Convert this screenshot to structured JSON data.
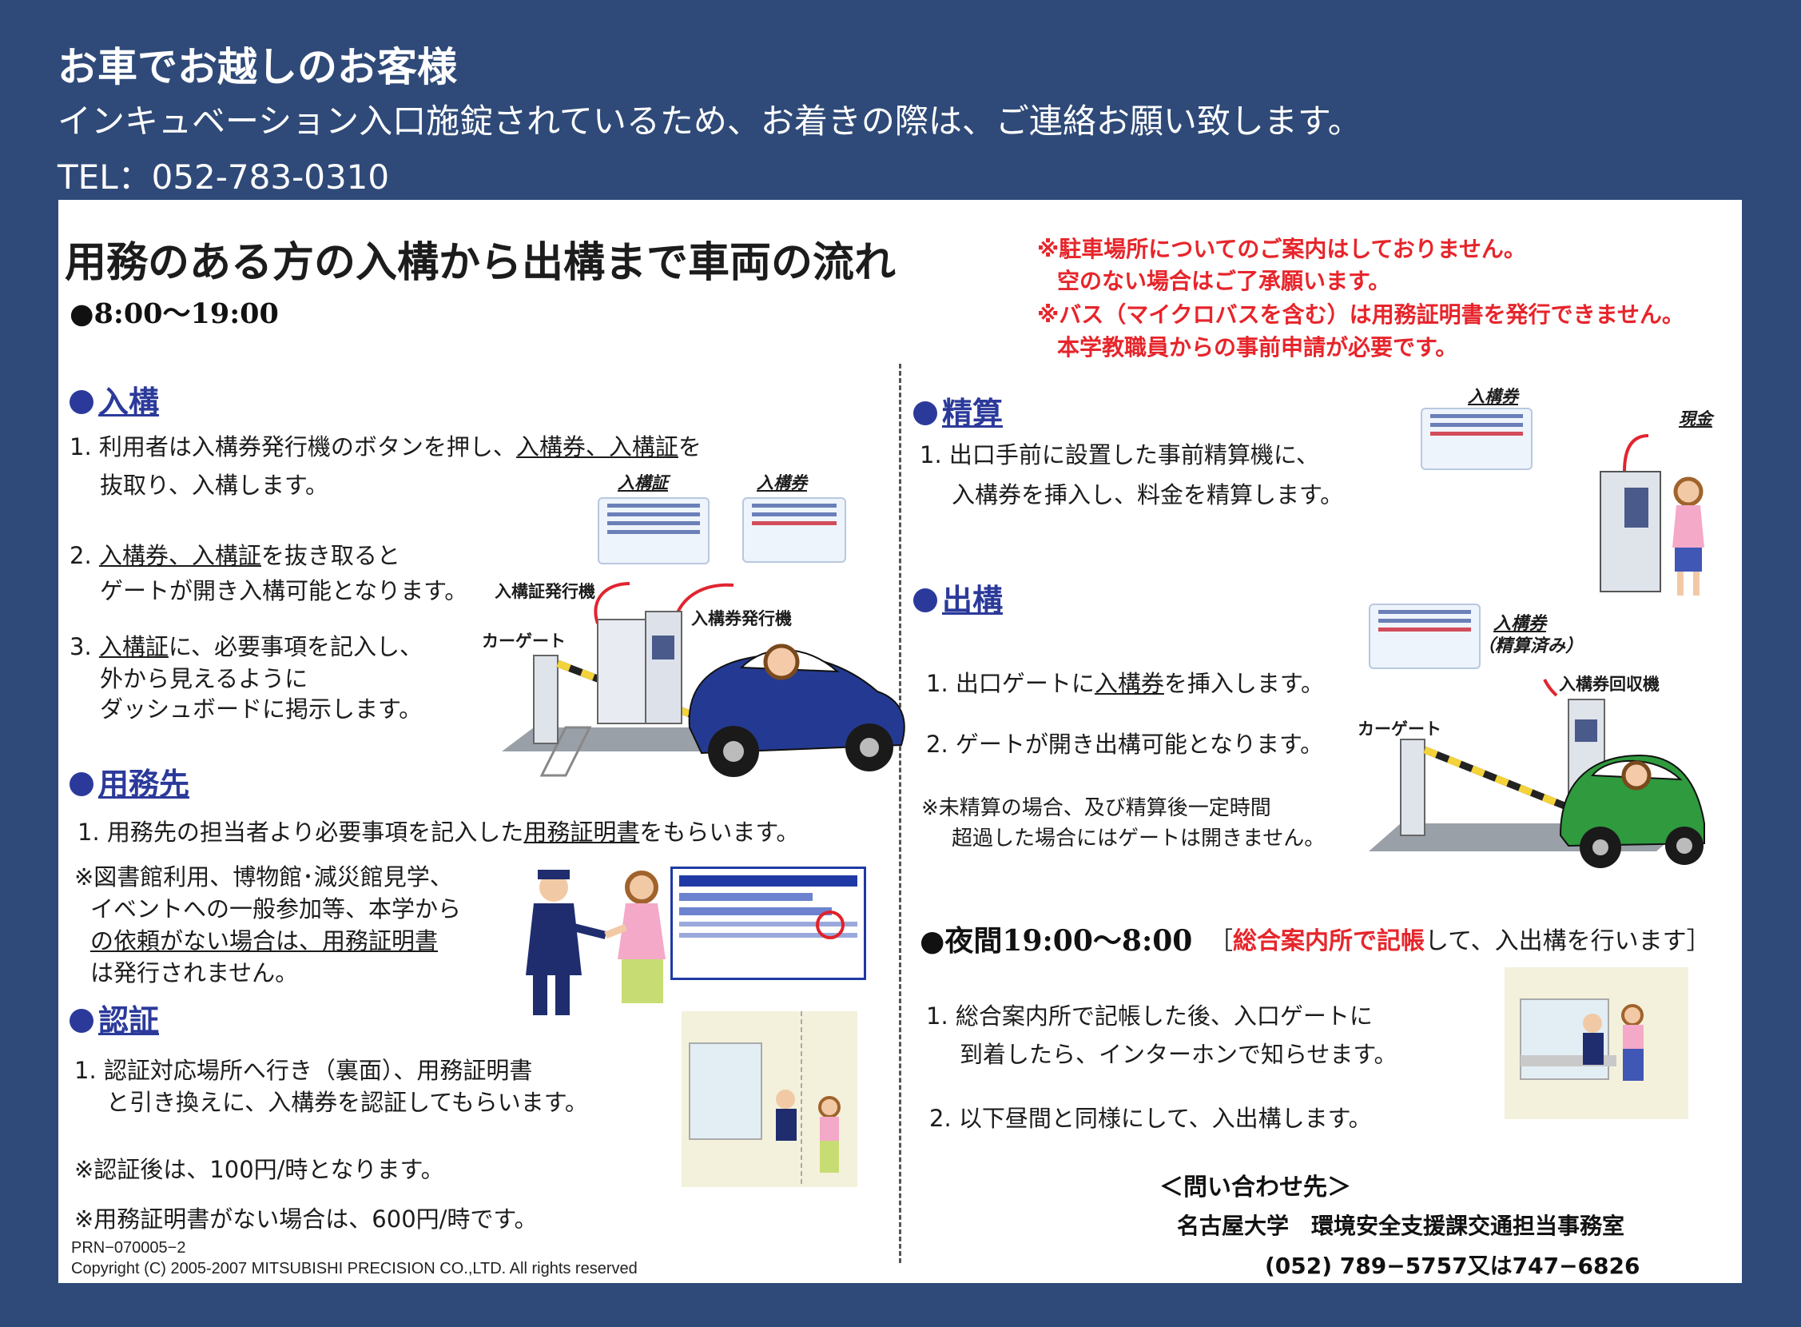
{
  "header": {
    "title": "お車でお越しのお客様",
    "notice": "インキュベーション入口施錠されているため、お着きの際は、ご連絡お願い致します。",
    "tel": "TEL：052-783-0310"
  },
  "flyer": {
    "title": "用務のある方の入構から出構まで車両の流れ",
    "hours_day": "●8:00〜19:00",
    "notices": [
      "※駐車場所についてのご案内はしておりません。",
      "空のない場合はご了承願います。",
      "※バス（マイクロバスを含む）は用務証明書を発行できません。",
      "本学教職員からの事前申請が必要です。"
    ],
    "entry": {
      "heading": "入構",
      "s1_num": "1.",
      "s1_a": "利用者は入構券発行機のボタンを押し、",
      "s1_b": "入構券、入構証",
      "s1_c": "を",
      "s1_d": "抜取り、入構します。",
      "s2_num": "2.",
      "s2_a": "入構券、入構証",
      "s2_b": "を抜き取ると",
      "s2_c": "ゲートが開き入構可能となります。",
      "s3_num": "3.",
      "s3_a": "入構証",
      "s3_b": "に、必要事項を記入し、",
      "s3_c": "外から見えるように",
      "s3_d": "ダッシュボードに掲示します。",
      "label_permit": "入構証",
      "label_ticket": "入構券",
      "label_permit_machine": "入構証発行機",
      "label_ticket_machine": "入構券発行機",
      "label_gate": "カーゲート"
    },
    "business": {
      "heading": "用務先",
      "s1_num": "1.",
      "s1_a": "用務先の担当者より必要事項を記入した",
      "s1_b": "用務証明書",
      "s1_c": "をもらいます。",
      "note_1": "※図書館利用、博物館･減災館見学、",
      "note_2": "イベントへの一般参加等、本学から",
      "note_3": "の依頼がない場合は、用務証明書",
      "note_4": "は発行されません。"
    },
    "certify": {
      "heading": "認証",
      "s1_num": "1.",
      "s1_a": "認証対応場所へ行き（裏面）、用務証明書",
      "s1_b": "と引き換えに、入構券を認証してもらいます。",
      "note_rate": "※認証後は、100円/時となります。",
      "note_no_cert": "※用務証明書がない場合は、600円/時です。"
    },
    "settle": {
      "heading": "精算",
      "s1_num": "1.",
      "s1_a": "出口手前に設置した事前精算機に、",
      "s1_b": "入構券を挿入し、料金を精算します。",
      "label_ticket": "入構券",
      "label_cash": "現金"
    },
    "exit": {
      "heading": "出構",
      "s1_num": "1.",
      "s1_a": "出口ゲートに",
      "s1_b": "入構券",
      "s1_c": "を挿入します。",
      "s2_num": "2.",
      "s2_a": "ゲートが開き出構可能となります。",
      "note_1": "※未精算の場合、及び精算後一定時間",
      "note_2": "超過した場合にはゲートは開きません。",
      "label_ticket": "入構券",
      "label_settled": "（精算済み）",
      "label_collector": "入構券回収機",
      "label_gate": "カーゲート"
    },
    "night": {
      "heading": "●夜間19:00〜8:00",
      "bracket_open": "［",
      "highlight": "総合案内所で記帳",
      "rest": "して、入出構を行います］",
      "s1_num": "1.",
      "s1_a": "総合案内所で記帳した後、入口ゲートに",
      "s1_b": "到着したら、インターホンで知らせます。",
      "s2_num": "2.",
      "s2_a": "以下昼間と同様にして、入出構します。"
    },
    "contact": {
      "heading": "＜問い合わせ先＞",
      "office": "名古屋大学　環境安全支援課交通担当事務室",
      "phone": "(052) 789−5757又は747−6826"
    },
    "footer": {
      "code": "PRN−070005−2",
      "copyright": "Copyright (C) 2005-2007 MITSUBISHI PRECISION CO.,LTD. All rights reserved"
    }
  }
}
